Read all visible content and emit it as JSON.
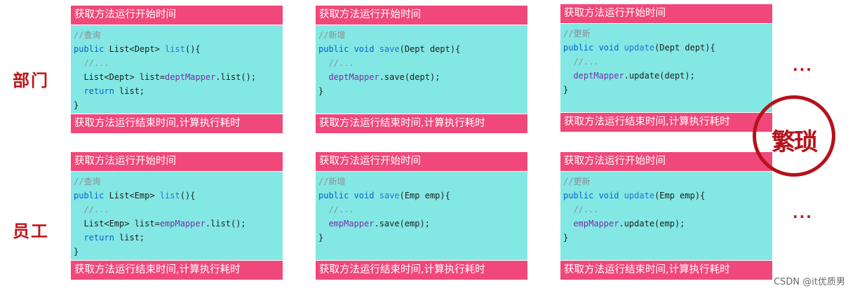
{
  "labels": {
    "dept": "部门",
    "emp": "员工"
  },
  "ellipsis": "...",
  "stamp": "繁琐",
  "watermark": "CSDN @it优质男",
  "header": "获取方法运行开始时间",
  "footer": "获取方法运行结束时间,计算执行耗时",
  "dept_query": {
    "comment": "//查询",
    "l1_kw": "public ",
    "l1_t": "List<Dept> ",
    "l1_fn": "list",
    "l1_end": "(){",
    "l2": "  //...",
    "l3_a": "  List<Dept> list=",
    "l3_v": "deptMapper",
    "l3_b": ".list();",
    "l4_kw": "  return",
    "l4_b": " list;",
    "l5": "}"
  },
  "dept_save": {
    "comment": "//新增",
    "l1_kw": "public void ",
    "l1_fn": "save",
    "l1_end": "(Dept dept){",
    "l2": "  //...",
    "l3_v": "  deptMapper",
    "l3_b": ".save(dept);",
    "l4": "}"
  },
  "dept_update": {
    "comment": "//更新",
    "l1_kw": "public void ",
    "l1_fn": "update",
    "l1_end": "(Dept dept){",
    "l2": "  //...",
    "l3_v": "  deptMapper",
    "l3_b": ".update(dept);",
    "l4": "}"
  },
  "emp_query": {
    "comment": "//查询",
    "l1_kw": "public ",
    "l1_t": "List<Emp> ",
    "l1_fn": "list",
    "l1_end": "(){",
    "l2": "  //...",
    "l3_a": "  List<Emp> list=",
    "l3_v": "empMapper",
    "l3_b": ".list();",
    "l4_kw": "  return",
    "l4_b": " list;",
    "l5": "}"
  },
  "emp_save": {
    "comment": "//新增",
    "l1_kw": "public void ",
    "l1_fn": "save",
    "l1_end": "(Emp emp){",
    "l2": "  //...",
    "l3_v": "  empMapper",
    "l3_b": ".save(emp);",
    "l4": "}"
  },
  "emp_update": {
    "comment": "//更新",
    "l1_kw": "public void ",
    "l1_fn": "update",
    "l1_end": "(Emp emp){",
    "l2": "  //...",
    "l3_v": "  empMapper",
    "l3_b": ".update(emp);",
    "l4": "}"
  },
  "colors": {
    "bar": "#f0487a",
    "code_bg": "#83e8e4",
    "accent_red": "#c0141a"
  }
}
